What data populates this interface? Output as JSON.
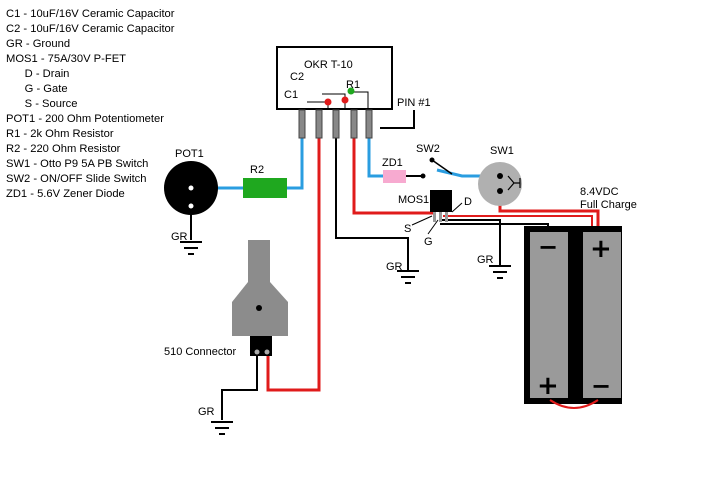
{
  "legend": [
    "C1 - 10uF/16V Ceramic Capacitor",
    "C2 - 10uF/16V Ceramic Capacitor",
    "GR - Ground",
    "MOS1 - 75A/30V P-FET",
    "      D - Drain",
    "      G - Gate",
    "      S - Source",
    "POT1 - 200 Ohm Potentiometer",
    "R1 - 2k Ohm Resistor",
    "R2 - 220 Ohm Resistor",
    "SW1 - Otto P9 5A PB Switch",
    "SW2 - ON/OFF Slide Switch",
    "ZD1 - 5.6V Zener Diode"
  ],
  "labels": {
    "module": "OKR T-10",
    "c1": "C1",
    "c2": "C2",
    "r1": "R1",
    "pin1": "PIN #1",
    "pot1": "POT1",
    "r2": "R2",
    "zd1": "ZD1",
    "sw2": "SW2",
    "sw1": "SW1",
    "mos1": "MOS1",
    "d": "D",
    "s": "S",
    "g": "G",
    "battery_line1": "8.4VDC",
    "battery_line2": "Full Charge",
    "connector": "510 Connector",
    "gr_pot": "GR",
    "gr_conn": "GR",
    "gr_mos": "GR",
    "gr_bat": "GR"
  },
  "symbols": {
    "minus": "−",
    "plus": "+"
  },
  "colors": {
    "wire_red": "#e01b1b",
    "wire_blue": "#2a9de0",
    "wire_black": "#000000",
    "r2_green": "#1fa81f",
    "zd1_pink": "#f7aad0",
    "battery_gray": "#9a9a9a",
    "connector_gray": "#8c8c8c"
  }
}
